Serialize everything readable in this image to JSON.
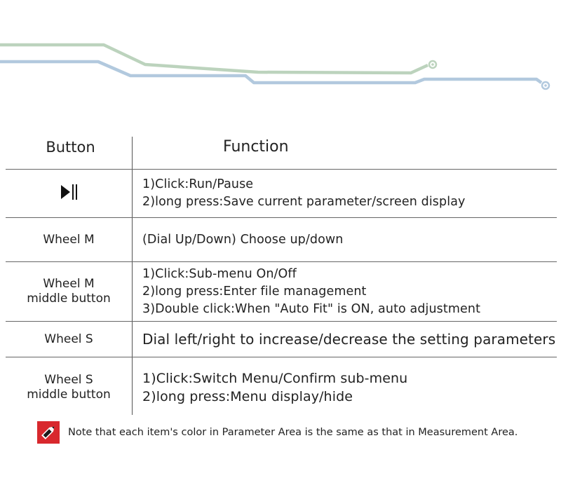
{
  "colors": {
    "upper_line": "#bcd3bd",
    "lower_line": "#b2c9de",
    "note_icon_red": "#d8282d",
    "text": "#222222"
  },
  "table": {
    "header": {
      "button": "Button",
      "function": "Function"
    },
    "rows": [
      {
        "button": "",
        "button_icon": "play-pause-icon",
        "lines": [
          "1)Click:Run/Pause",
          "2)long press:Save current parameter/screen display"
        ]
      },
      {
        "button": "Wheel M",
        "lines": [
          "(Dial Up/Down) Choose up/down"
        ]
      },
      {
        "button": "Wheel M middle button",
        "lines": [
          "1)Click:Sub-menu On/Off",
          "2)long press:Enter file management",
          "3)Double click:When \"Auto Fit\" is ON, auto adjustment"
        ]
      },
      {
        "button": "Wheel S",
        "lines": [
          "Dial left/right to increase/decrease the setting parameters"
        ]
      },
      {
        "button": "Wheel S middle button",
        "lines": [
          "1)Click:Switch Menu/Confirm sub-menu",
          "2)long press:Menu display/hide"
        ]
      }
    ]
  },
  "note": {
    "icon": "pencil-icon",
    "text": "Note that each item's color in Parameter Area is the same as that in Measurement Area."
  }
}
